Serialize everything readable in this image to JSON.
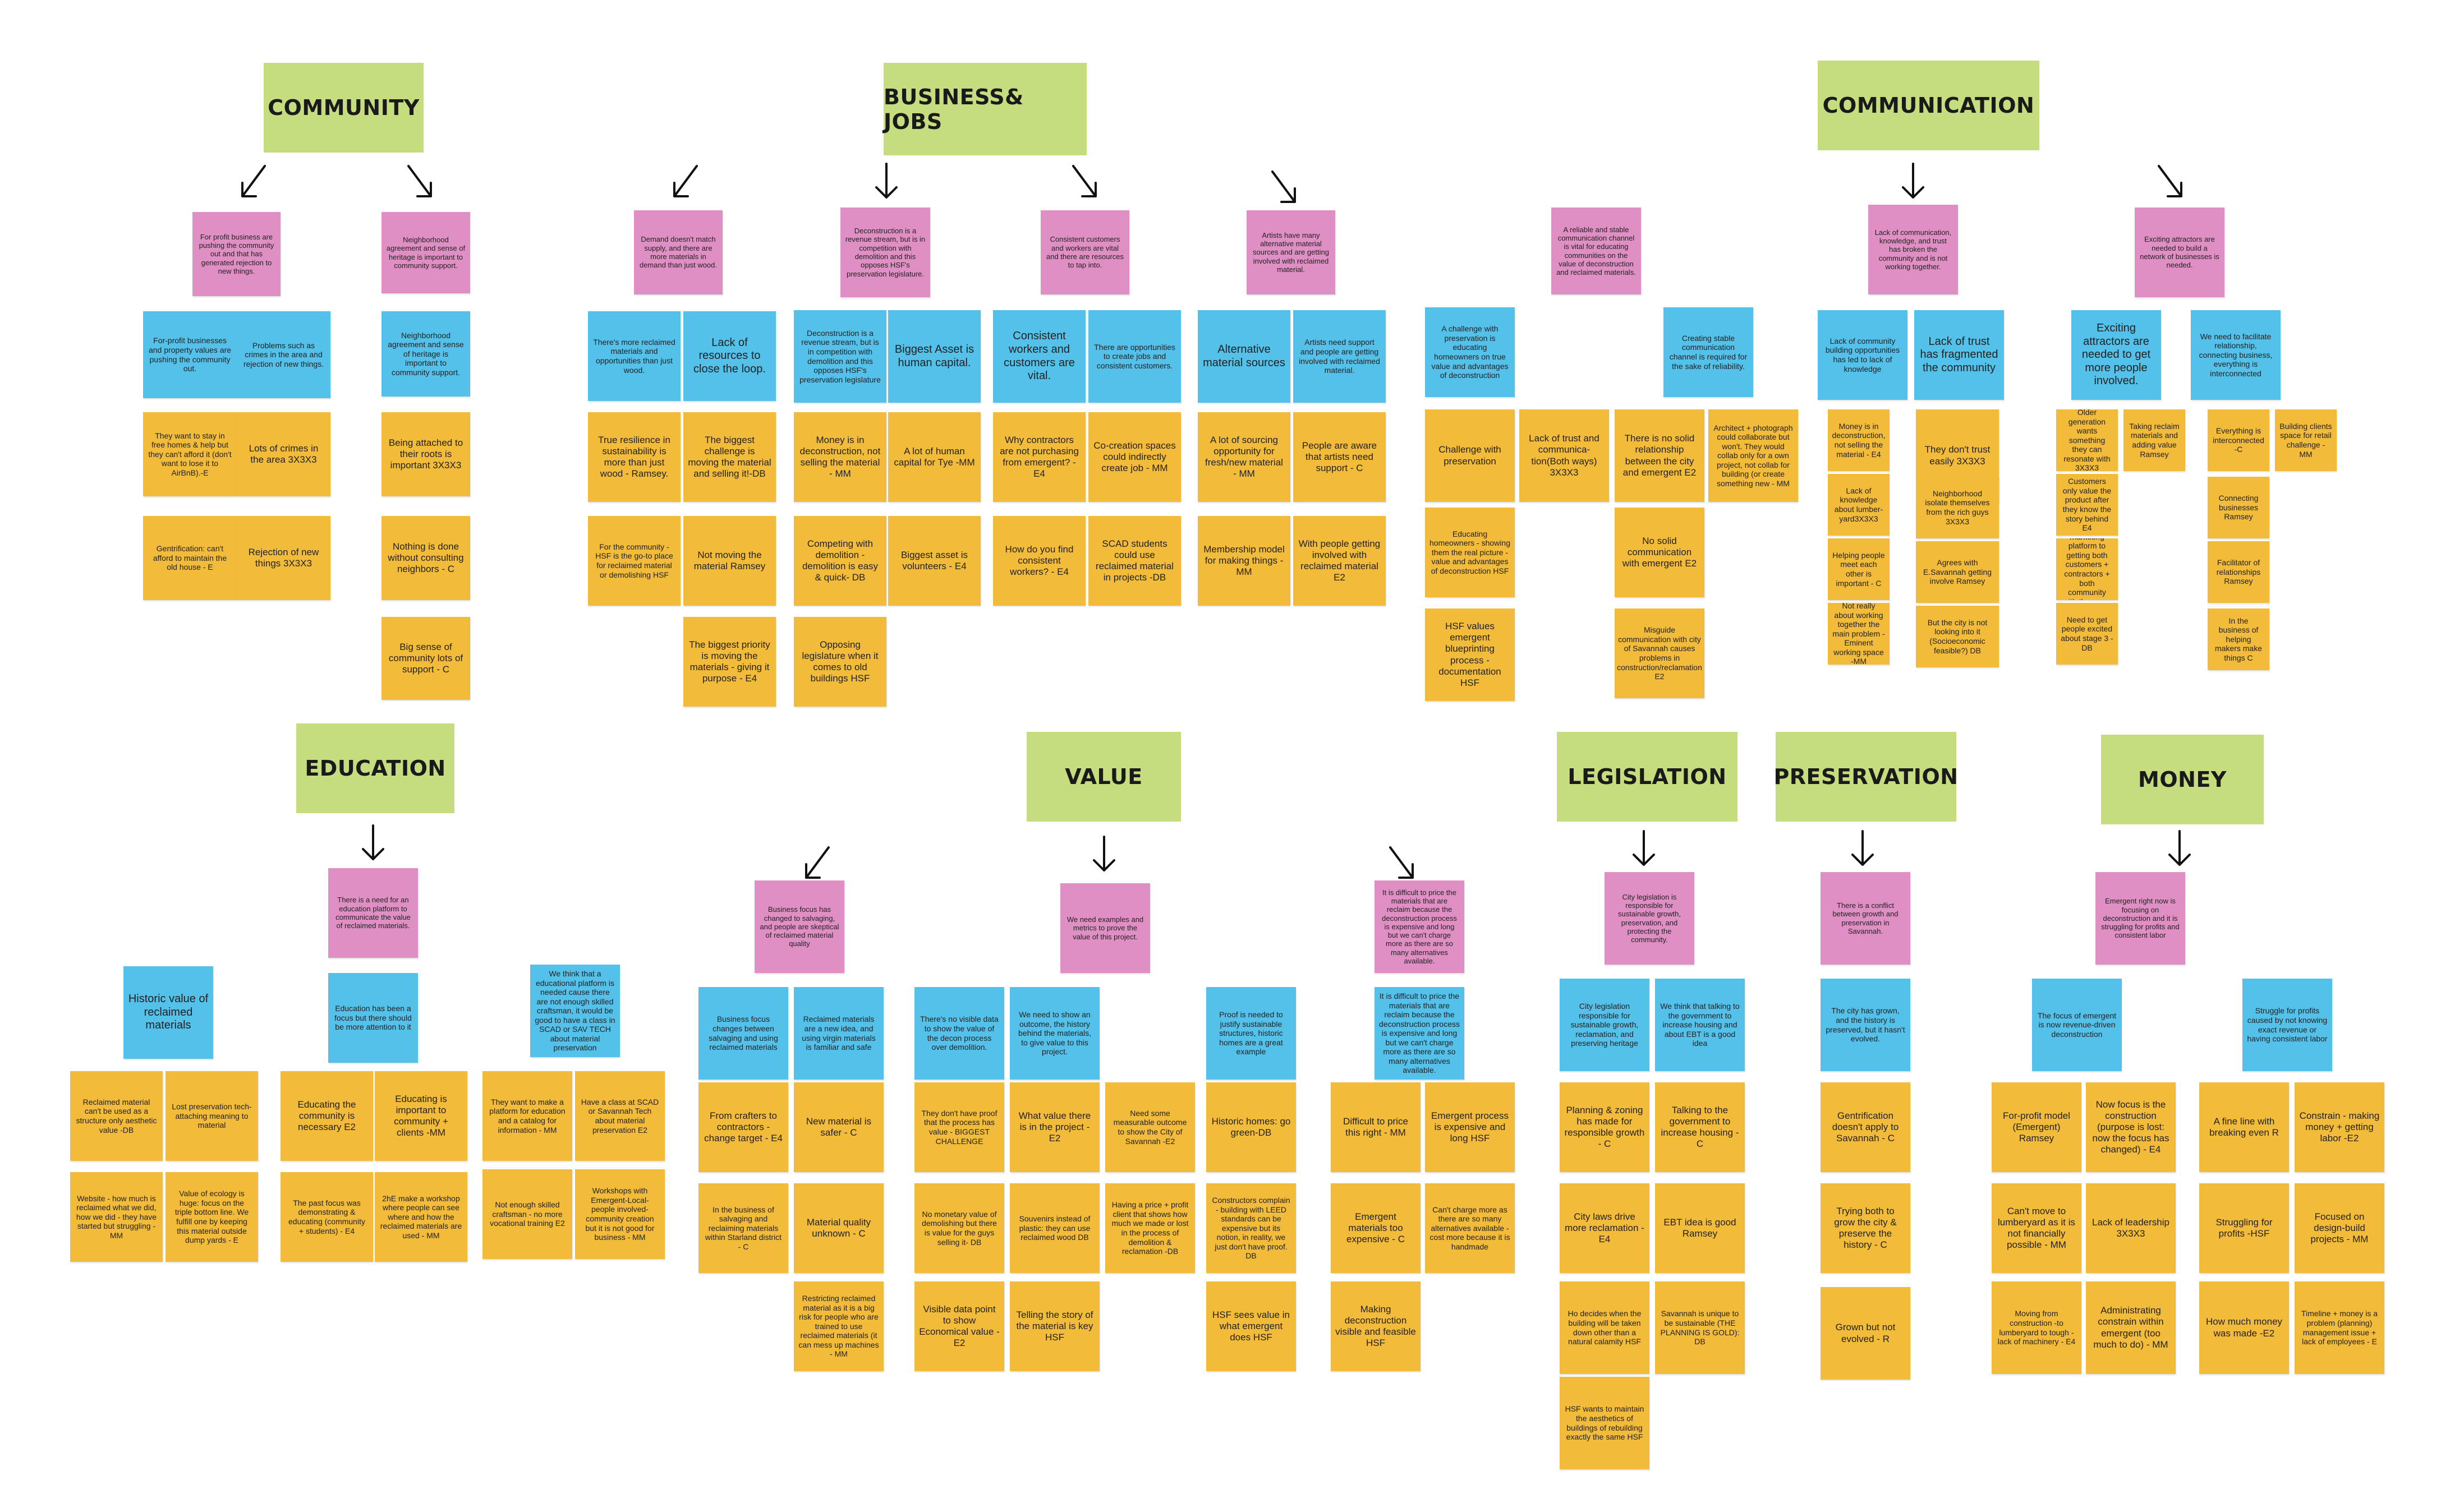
{
  "categories": {
    "community": "COMMUNITY",
    "business_jobs": "BUSINESS& JOBS",
    "communication": "COMMUNICATION",
    "education": "EDUCATION",
    "value": "VALUE",
    "legislation": "LEGISLATION",
    "preservation": "PRESERVATION",
    "money": "MONEY"
  },
  "notes": {
    "c1": "For profit business are pushing the community out and that has generated rejection to new things.",
    "c2": "Neighborhood agreement and sense of heritage is important to community support.",
    "c3": "For-profit businesses and property values are pushing the community out.",
    "c4": "Problems such as crimes in the area and rejection of new things.",
    "c5": "Neighborhood agreement and sense of heritage is important to community support.",
    "c6": "They want to stay in free homes & help but they can't afford it (don't want to lose it to AirBnB).-E",
    "c7": "Lots of crimes in the area 3X3X3",
    "c8": "Being attached to their roots is important 3X3X3",
    "c9": "Gentrification: can't afford to maintain the old house - E",
    "c10": "Rejection of new things 3X3X3",
    "c11": "Nothing is done without consulting neighbors - C",
    "c12": "Big sense of community lots of support - C",
    "b1": "Demand doesn't match supply, and there are more materials in demand than just wood.",
    "b2": "Deconstruction is a revenue stream, but is in competition with demolition and this opposes HSF's preservation legislature.",
    "b3": "Consistent customers and workers are vital and there are resources to tap into.",
    "b4": "Artists have many alternative material sources and are getting involved with reclaimed material.",
    "b5": "There's more reclaimed materials and opportunities than just wood.",
    "b6": "Lack of resources to close the loop.",
    "b7": "Deconstruction is a revenue stream, but is in competition with demolition and this opposes HSF's preservation legislature",
    "b8": "Biggest Asset is human capital.",
    "b9": "Consistent workers and customers are vital.",
    "b10": "There are opportunities to create jobs and consistent customers.",
    "b11": "Alternative material sources",
    "b12": "Artists need support and people are getting involved with reclaimed material.",
    "b13": "True resilience in sustainability is more than just wood - Ramsey.",
    "b14": "The biggest challenge is moving the material and selling it!-DB",
    "b15": "Money is in deconstruction, not selling the material - MM",
    "b16": "A lot of human capital for Tye -MM",
    "b17": "Why contractors are not purchasing from emergent? - E4",
    "b18": "Co-creation spaces could indirectly create job - MM",
    "b19": "A lot of sourcing opportunity for fresh/new material - MM",
    "b20": "People are aware that artists need support - C",
    "b21": "For the community - HSF is the go-to place for reclaimed material or demolishing HSF",
    "b22": "Not moving the material Ramsey",
    "b23": "Competing with demolition - demolition is easy & quick- DB",
    "b24": "Biggest asset is volunteers - E4",
    "b25": "How do you find consistent workers? - E4",
    "b26": "SCAD students could use reclaimed material in projects -DB",
    "b27": "Membership model for making things -MM",
    "b28": "With people getting involved with reclaimed material E2",
    "b29": "The biggest priority is moving the materials - giving it purpose - E4",
    "b30": "Opposing legislature when it comes to old buildings HSF",
    "m1": "A reliable and stable communication channel is vital for educating communities on the value of deconstruction and reclaimed materials.",
    "m2": "Lack of communication, knowledge, and trust has broken the community and is not working together.",
    "m3": "Exciting attractors are needed to build a network of businesses is needed.",
    "m4": "A challenge with preservation is educating homeowners on true value and advantages of deconstruction",
    "m5": "Creating stable communication channel is required for the sake of reliability.",
    "m6": "Lack of community building opportunities has led to lack of knowledge",
    "m7": "Lack of trust has fragmented the community",
    "m8": "Exciting attractors are needed to get more people involved.",
    "m9": "We need to facilitate relationship, connecting business, everything is interconnected",
    "m10": "Challenge with preservation",
    "m11": "Lack of trust and communica-tion(Both ways) 3X3X3",
    "m12": "There is no solid relationship between the city and emergent E2",
    "m13": "Architect + photograph could collaborate but won't. They would collab only for a own project, not collab for building (or create something new - MM",
    "m14": "Money is in deconstruction, not selling the material - E4",
    "m15": "They don't trust easily 3X3X3",
    "m16": "Older generation wants something they can resonate with 3X3X3",
    "m17": "Taking reclaim materials and adding value Ramsey",
    "m18": "Everything is interconnected -C",
    "m19": "Building clients space for retail challenge - MM",
    "m20": "Educating homeowners - showing them the real picture - value and advantages of deconstruction HSF",
    "m21": "No solid communication with emergent E2",
    "m22": "Lack of knowledge about lumber-yard3X3X3",
    "m23": "Neighborhood isolate themselves from the rich guys 3X3X3",
    "m24": "Customers only value the product after they know the story behind E4",
    "m25": "Connecting businesses Ramsey",
    "m26": "Helping people meet each other is important - C",
    "m27": "Agrees with E.Savannah getting involve Ramsey",
    "m28": "Need a good marketing platform to getting both customers + contractors + both community with the same value - MM",
    "m29": "Facilitator of relationships Ramsey",
    "m30": "HSF values emergent blueprinting process - documentation HSF",
    "m31": "Misguide communication with city of Savannah causes problems in construction/reclamation E2",
    "m32": "Not really about working together the main problem - Eminent working space -MM",
    "m33": "But the city is not looking into it (Socioeconomic feasible?) DB",
    "m34": "Need to get people excited about stage 3 -DB",
    "m35": "In the business of helping makers make things C",
    "e1": "There is a need for an education platform to communicate the value of reclaimed materials.",
    "e2": "Historic value of reclaimed materials",
    "e3": "Education has been a focus but there should be more attention to it",
    "e4": "We think that a educational platform is needed cause there are not enough skilled craftsman, it would be good to have a class in SCAD or SAV TECH about material preservation",
    "e5": "Reclaimed material can't be used as a structure only aesthetic value -DB",
    "e6": "Lost preservation tech- attaching meaning to material",
    "e7": "Educating the community is necessary E2",
    "e8": "Educating is important to community + clients -MM",
    "e9": "They want to make a platform for education and a catalog for information - MM",
    "e10": "Have a class at SCAD or Savannah Tech about material preservation E2",
    "e11": "Website - how much is reclaimed what we did, how we did - they have started but struggling - MM",
    "e12": "Value of ecology is huge: focus on the triple bottom line. We fulfill one by keeping this material outside dump yards - E",
    "e13": "The past focus was demonstrating & educating (community + students) - E4",
    "e14": "2hE make a workshop where people can see where and how the reclaimed materials are used - MM",
    "e15": "Not enough skilled craftsman - no more vocational training E2",
    "e16": "Workshops with Emergent-Local-people involved-community creation but it is not good for business - MM",
    "v1": "Business focus has changed to salvaging, and people are skeptical of reclaimed material quality",
    "v2": "We need examples and metrics to prove the value of this project.",
    "v3": "It is difficult to price the materials that are reclaim because the deconstruction process is expensive and long but we can't charge more as there are so many alternatives available.",
    "v4": "Business focus changes between salvaging and using reclaimed materials",
    "v5": "Reclaimed materials are a new idea, and using virgin materials is familiar and safe",
    "v6": "There's no visible data to show the value of the decon process over demolition.",
    "v7": "We need to show an outcome, the history behind the materials, to give value to this project.",
    "v8": "Proof is needed to justify sustainable structures, historic homes are a great example",
    "v9": "It is difficult to price the materials that are reclaim because the deconstruction process is expensive and long but we can't charge more as there are so many alternatives available.",
    "v10": "From crafters to contractors - change target - E4",
    "v11": "New material is safer - C",
    "v12": "They don't have proof that the process has value - BIGGEST CHALLENGE",
    "v13": "What value there is in the project -E2",
    "v14": "Need some measurable outcome to show the City of Savannah -E2",
    "v15": "Historic homes: go green-DB",
    "v16": "Difficult to price this right - MM",
    "v17": "Emergent process is expensive and long HSF",
    "v18": "In the business of salvaging and reclaiming materials within Starland district - C",
    "v19": "Material quality unknown - C",
    "v20": "No monetary value of demolishing but there is value for the guys selling it- DB",
    "v21": "Souvenirs instead of plastic: they can use reclaimed wood DB",
    "v22": "Having a price + profit client that shows how much we made or lost in the process of demolition & reclamation -DB",
    "v23": "Constructors complain - building with LEED standards can be expensive but its notion, in reality, we just don't have proof. DB",
    "v24": "Emergent materials too expensive - C",
    "v25": "Can't charge more as there are so many alternatives available -cost more because it is handmade",
    "v26": "Restricting reclaimed material as it is a big risk for people who are trained to use reclaimed materials (it can mess up machines - MM",
    "v27": "Visible data point to show Economical value -E2",
    "v28": "Telling the story of the material is key HSF",
    "v29": "HSF sees value in what emergent does HSF",
    "v30": "Making deconstruction visible and feasible HSF",
    "l1": "City legislation is responsible for sustainable growth, preservation, and protecting the community.",
    "l2": "City legislation responsible for sustainable growth, reclamation, and preserving heritage",
    "l3": "We think that talking to the government to increase housing and about EBT is a good idea",
    "l4": "Planning & zoning has made for responsible growth - C",
    "l5": "Talking to the government to increase housing - C",
    "l6": "City laws drive more reclamation - E4",
    "l7": "EBT idea is good Ramsey",
    "l8": "Ho decides when the building will be taken down other than a natural calamity HSF",
    "l9": "Savannah is unique to be sustainable (THE PLANNING IS GOLD): DB",
    "l10": "HSF wants to maintain the aesthetics of buildings of rebuilding exactly the same HSF",
    "p1": "There is a conflict between growth and preservation in Savannah.",
    "p2": "The city has grown, and the history is preserved, but it hasn't evolved.",
    "p3": "Gentrification doesn't apply to Savannah - C",
    "p4": "Trying both to grow the city & preserve the history - C",
    "p5": "Grown but not evolved - R",
    "y1": "Emergent right now is focusing on deconstruction and it is struggling for profits and consistent labor",
    "y2": "The focus of emergent is now revenue-driven deconstruction",
    "y3": "Struggle for profits caused by not knowing exact revenue or having consistent labor",
    "y4": "For-profit model (Emergent) Ramsey",
    "y5": "Now focus is the construction (purpose is lost: now the focus has changed) - E4",
    "y6": "A fine line with breaking even R",
    "y7": "Constrain - making money + getting labor -E2",
    "y8": "Can't move to lumberyard as it is not financially possible - MM",
    "y9": "Lack of leadership 3X3X3",
    "y10": "Struggling for profits -HSF",
    "y11": "Focused on design-build projects - MM",
    "y12": "Moving from construction -to lumberyard to tough - lack of machinery - E4",
    "y13": "Administrating constrain within emergent (too much to do) - MM",
    "y14": "How much money was made -E2",
    "y15": "Timeline + money is a problem (planning) management issue + lack of employees - E"
  }
}
